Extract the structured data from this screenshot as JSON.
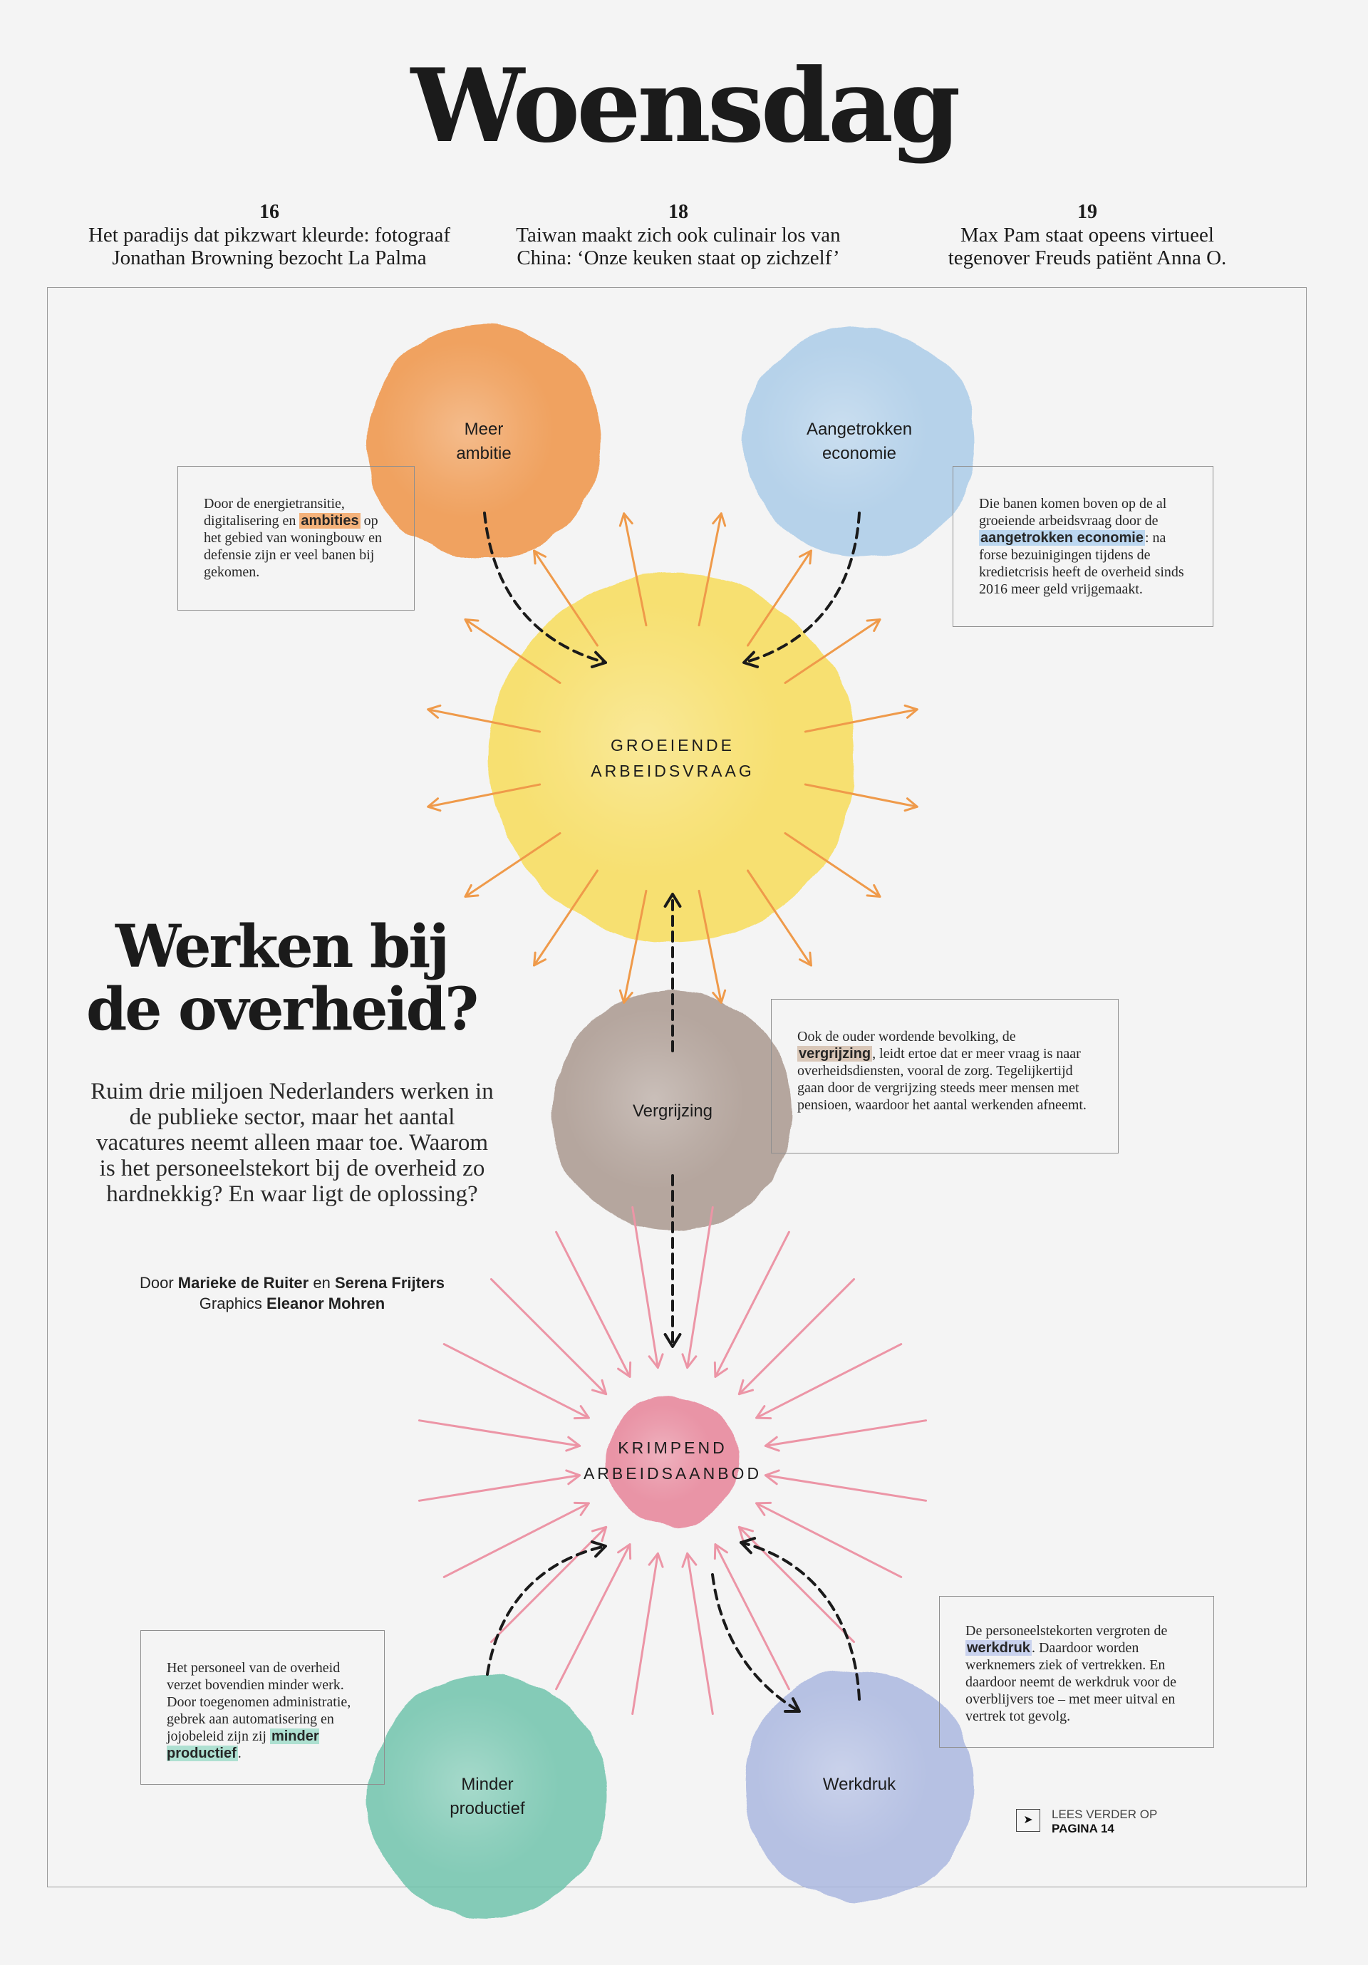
{
  "masthead": "Woensdag",
  "teasers": [
    {
      "page": "16",
      "line1": "Het paradijs dat pikzwart kleurde: fotograaf",
      "line2": "Jonathan Browning bezocht La Palma"
    },
    {
      "page": "18",
      "line1": "Taiwan maakt zich ook culinair los van",
      "line2": "China: ‘Onze keuken staat op zichzelf’"
    },
    {
      "page": "19",
      "line1": "Max Pam staat opeens virtueel",
      "line2": "tegenover Freuds patiënt Anna O."
    }
  ],
  "headline": {
    "line1": "Werken bij",
    "line2": "de overheid?"
  },
  "intro": "Ruim drie miljoen Nederlanders werken in de publieke sector, maar het aantal vacatures neemt alleen maar toe. Waarom is het personeelstekort bij de overheid zo hardnekkig? En waar ligt de oplossing?",
  "byline": {
    "prefix": "Door",
    "author1": "Marieke de Ruiter",
    "and": "en",
    "author2": "Serena Frijters",
    "graphics_label": "Graphics",
    "graphics_author": "Eleanor Mohren"
  },
  "circles": {
    "meer_ambitie": {
      "line1": "Meer",
      "line2": "ambitie",
      "color": "#f0913f"
    },
    "aangetrokken": {
      "line1": "Aangetrokken",
      "line2": "economie",
      "color": "#a9cbe8"
    },
    "groeiende": {
      "line1": "GROEIENDE",
      "line2": "ARBEIDSVRAAG",
      "color": "#f8dc55"
    },
    "vergrijzing": {
      "line1": "Vergrijzing",
      "color": "#a8968c"
    },
    "krimpend": {
      "line1": "KRIMPEND",
      "line2": "ARBEIDSAANBOD",
      "color": "#e77f96"
    },
    "minder_productief": {
      "line1": "Minder",
      "line2": "productief",
      "color": "#6cc3aa"
    },
    "werkdruk": {
      "line1": "Werkdruk",
      "color": "#a9b6e0"
    }
  },
  "notes": {
    "ambitie": {
      "before": "Door de energietransitie, digitalisering en ",
      "highlight": "ambities",
      "after": " op het gebied van woningbouw en defensie zijn er veel banen bij gekomen.",
      "hl_color": "#f4b27a"
    },
    "economie": {
      "before": "Die banen komen boven op de al groeiende arbeidsvraag door de ",
      "highlight": "aangetrokken economie",
      "after": ": na forse bezuinigingen tijdens de kredietcrisis heeft de overheid sinds 2016 meer geld vrijgemaakt.",
      "hl_color": "#bcd7f0"
    },
    "vergrijzing": {
      "before": "Ook de ouder wordende bevolking, de ",
      "highlight": "vergrijzing",
      "after": ", leidt ertoe dat er meer vraag is naar overheidsdiensten, vooral de zorg. Tegelijkertijd gaan door de vergrijzing steeds meer mensen met pensioen, waardoor het aantal werkenden afneemt.",
      "hl_color": "#d9c7b8"
    },
    "productief": {
      "before": "Het personeel van de overheid verzet bovendien minder werk. Door toegenomen administratie, gebrek aan automatisering en jojobeleid zijn zij ",
      "highlight": "minder productief",
      "after": ".",
      "hl_color": "#aee0d1"
    },
    "werkdruk": {
      "before": "De personeelstekorten vergroten de ",
      "highlight": "werkdruk",
      "after": ". Daardoor worden werknemers ziek of vertrekken. En daardoor neemt de werkdruk voor de overblijvers toe – met meer uitval en vertrek tot gevolg.",
      "hl_color": "#c9d2ee"
    }
  },
  "lees": {
    "line1": "LEES VERDER OP",
    "line2": "PAGINA 14",
    "icon": "chevron-right-icon"
  },
  "colors": {
    "orange_arrows": "#ef9a4a",
    "pink_arrows": "#ec95a6",
    "dashed": "#1a1a1a"
  }
}
